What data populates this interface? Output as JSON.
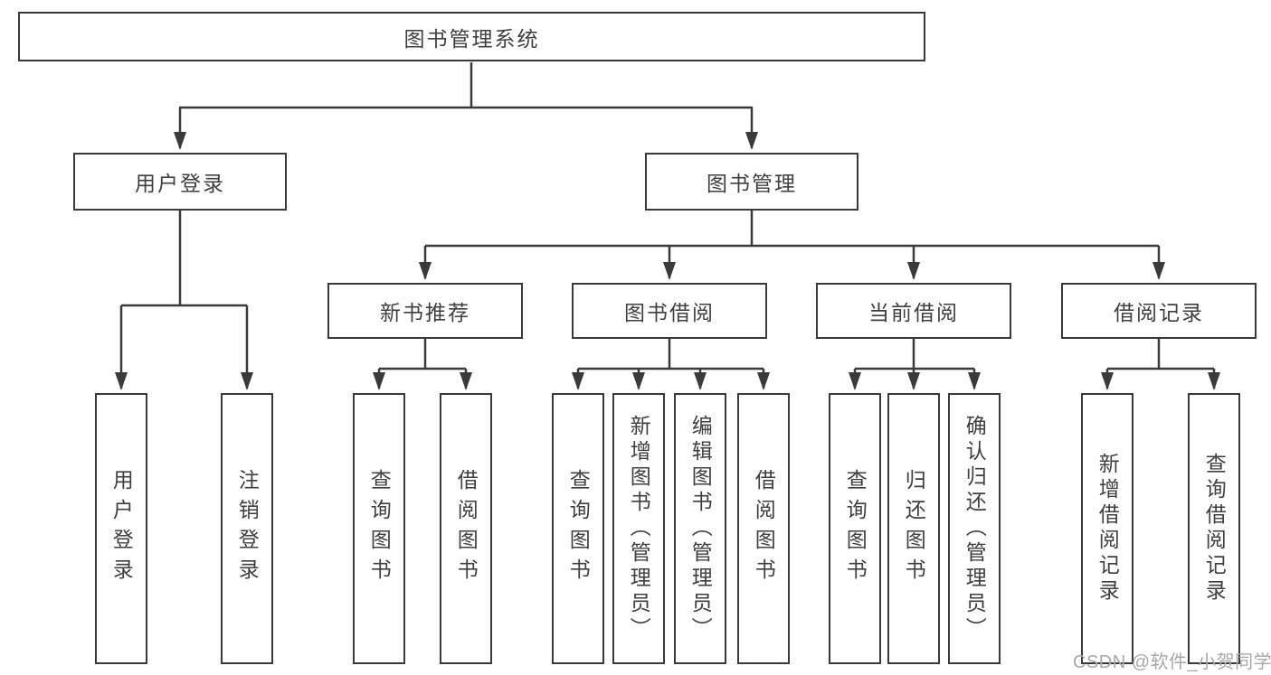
{
  "diagram": {
    "title": "图书管理系统",
    "tree": {
      "root": {
        "label": "图书管理系统",
        "children": [
          {
            "label": "用户登录",
            "children": [
              {
                "label": "用户登录"
              },
              {
                "label": "注销登录"
              }
            ]
          },
          {
            "label": "图书管理",
            "children": [
              {
                "label": "新书推荐",
                "children": [
                  {
                    "label": "查询图书"
                  },
                  {
                    "label": "借阅图书"
                  }
                ]
              },
              {
                "label": "图书借阅",
                "children": [
                  {
                    "label": "查询图书"
                  },
                  {
                    "label": "新增图书（管理员）"
                  },
                  {
                    "label": "编辑图书（管理员）"
                  },
                  {
                    "label": "借阅图书"
                  }
                ]
              },
              {
                "label": "当前借阅",
                "children": [
                  {
                    "label": "查询图书"
                  },
                  {
                    "label": "归还图书"
                  },
                  {
                    "label": "确认归还（管理员）"
                  }
                ]
              },
              {
                "label": "借阅记录",
                "children": [
                  {
                    "label": "新增借阅记录"
                  },
                  {
                    "label": "查询借阅记录"
                  }
                ]
              }
            ]
          }
        ]
      }
    },
    "colors": {
      "line": "#3a3a3a",
      "text": "#3f3f3f",
      "background": "#ffffff",
      "watermark_text_color": "#a9a9a9"
    }
  },
  "watermark": "CSDN @软件_小贺同学"
}
